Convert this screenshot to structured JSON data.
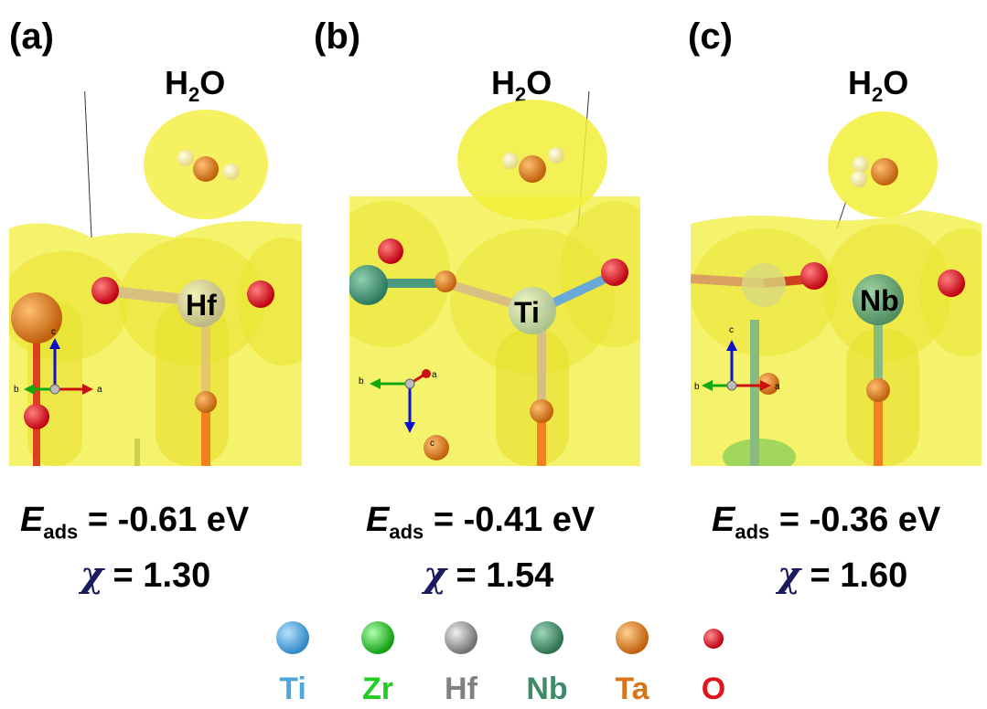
{
  "panels": [
    {
      "label": "(a)",
      "molecule": "H",
      "molecule_sub": "2",
      "molecule_tail": "O",
      "center_atom": "Hf",
      "energy_symbol": "E",
      "energy_sub": "ads",
      "energy_value": " = -0.61 eV",
      "chi_symbol": "χ",
      "chi_value": " = 1.30"
    },
    {
      "label": "(b)",
      "molecule": "H",
      "molecule_sub": "2",
      "molecule_tail": "O",
      "center_atom": "Ti",
      "energy_symbol": "E",
      "energy_sub": "ads",
      "energy_value": " = -0.41 eV",
      "chi_symbol": "χ",
      "chi_value": " = 1.54"
    },
    {
      "label": "(c)",
      "molecule": "H",
      "molecule_sub": "2",
      "molecule_tail": "O",
      "center_atom": "Nb",
      "energy_symbol": "E",
      "energy_sub": "ads",
      "energy_value": " = -0.36 eV",
      "chi_symbol": "χ",
      "chi_value": " = 1.60"
    }
  ],
  "axes_labels": {
    "a": "a",
    "b": "b",
    "c": "c"
  },
  "legend": [
    {
      "label": "Ti",
      "color": "#4ea6dc"
    },
    {
      "label": "Zr",
      "color": "#22cc22"
    },
    {
      "label": "Hf",
      "color": "#808080"
    },
    {
      "label": "Nb",
      "color": "#3e8a6a"
    },
    {
      "label": "Ta",
      "color": "#d4761c"
    },
    {
      "label": "O",
      "color": "#e0141e"
    }
  ],
  "colors": {
    "isosurface": "#f2ee3a",
    "oxygen": "#e0141e",
    "tantalum": "#d4761c",
    "hydrogen": "#fff1a0"
  }
}
